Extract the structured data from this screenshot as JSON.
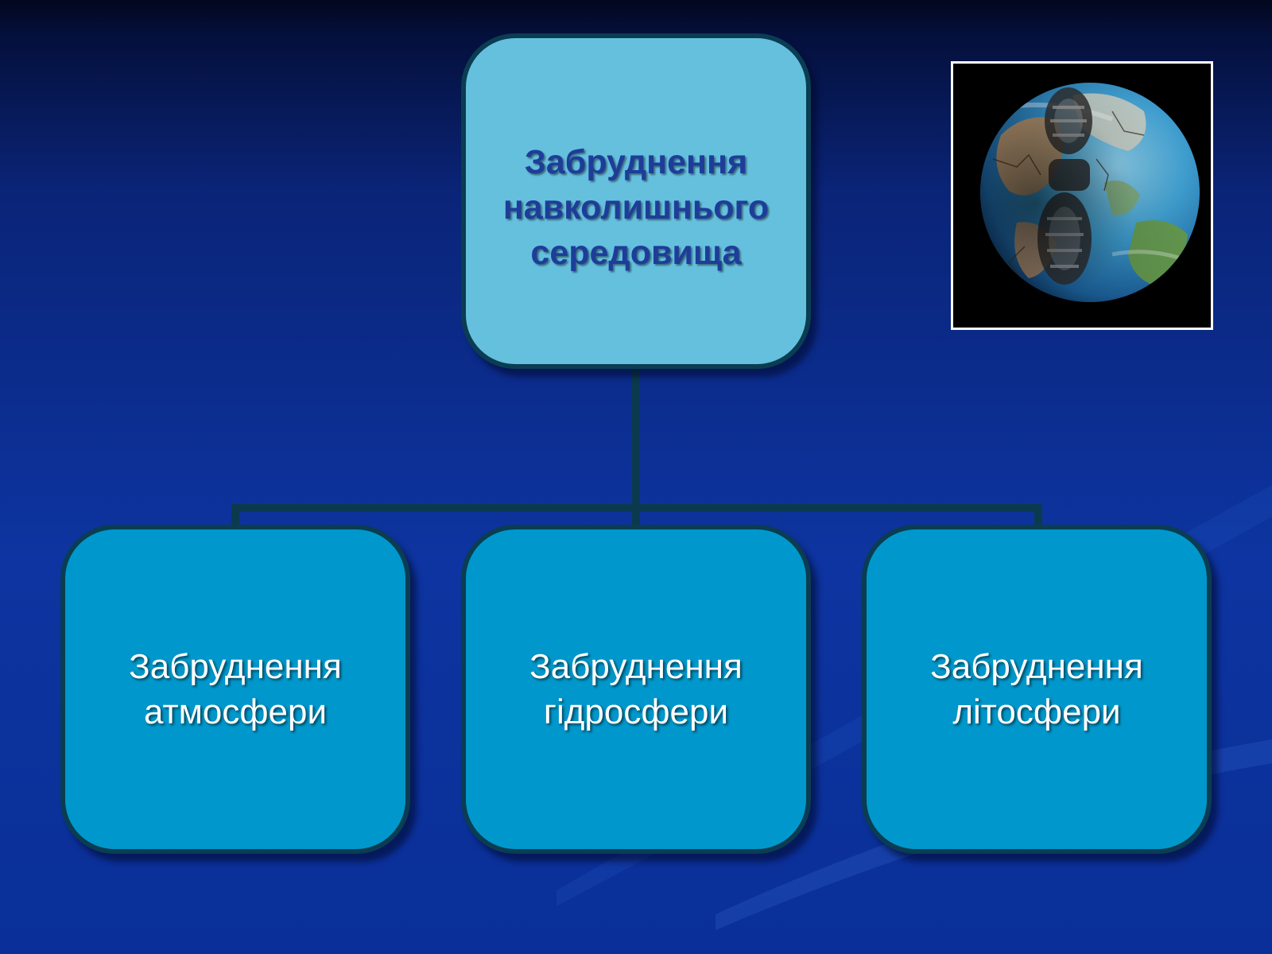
{
  "diagram": {
    "root": {
      "lines": [
        "Забруднення",
        "навколишнього",
        "середовища"
      ]
    },
    "children": [
      {
        "lines": [
          "Забруднення",
          "атмосфери"
        ]
      },
      {
        "lines": [
          "Забруднення",
          "гідросфери"
        ]
      },
      {
        "lines": [
          "Забруднення",
          "літосфери"
        ]
      }
    ]
  },
  "image": {
    "icon": "earth-with-boot-footprint-icon"
  },
  "colors": {
    "root_box": "#65c0de",
    "child_box": "#0098cc",
    "border": "#0a3d52",
    "root_text": "#1e3d99",
    "child_text": "#ffffff"
  }
}
